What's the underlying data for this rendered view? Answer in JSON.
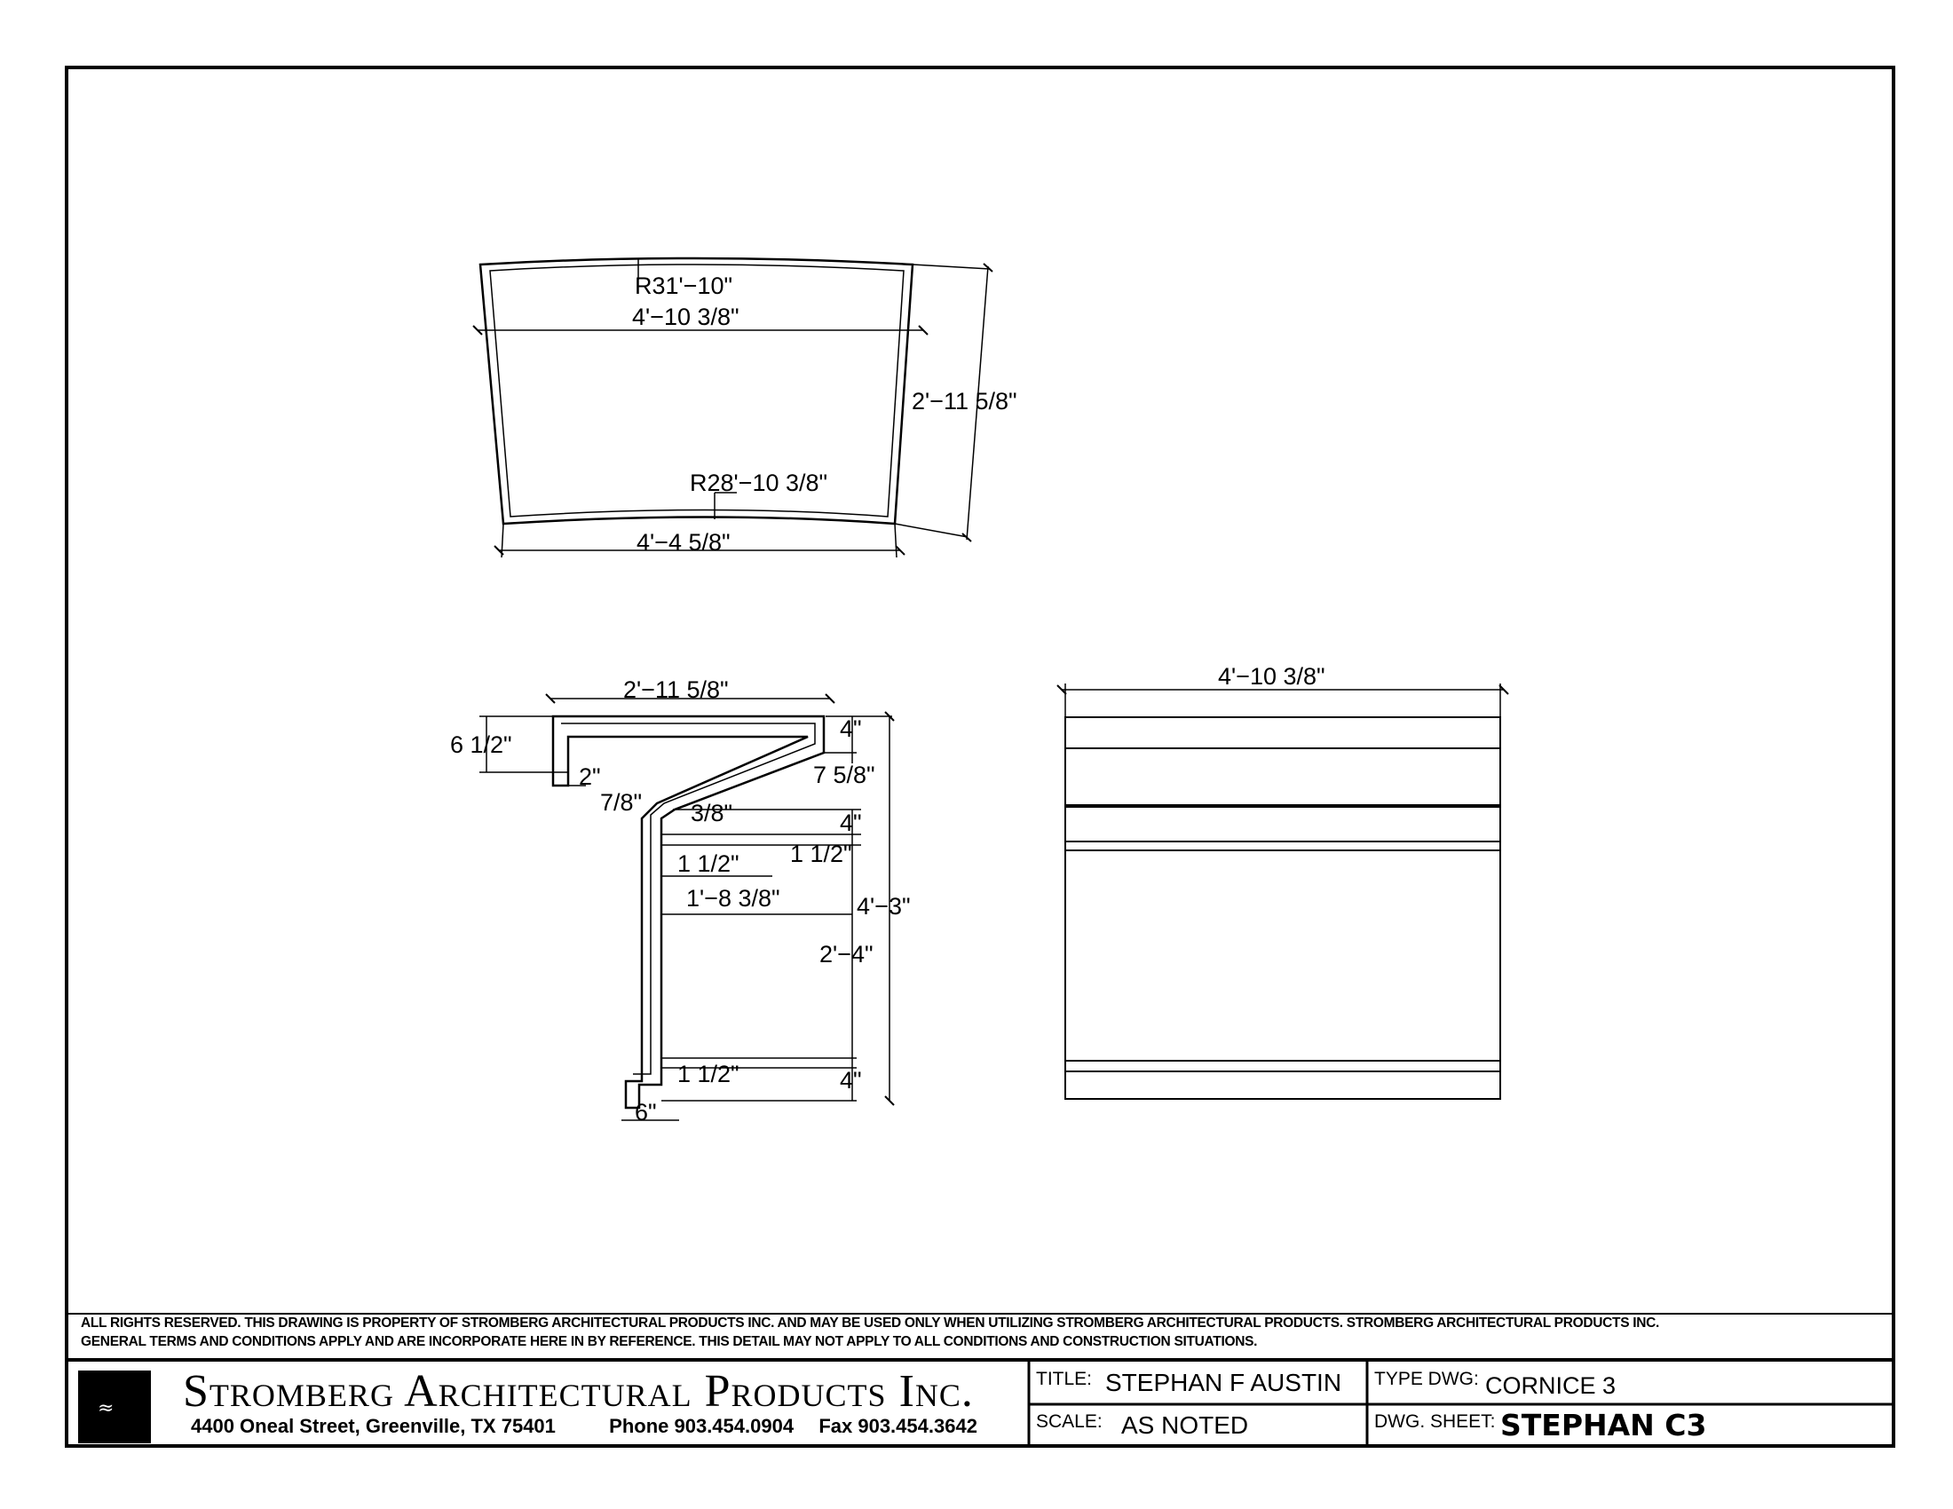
{
  "plan_view": {
    "outer_radius": "R31'−10\"",
    "top_chord": "4'−10 3/8\"",
    "depth": "2'−11 5/8\"",
    "inner_radius": "R28'−10 3/8\"",
    "bottom_chord": "4'−4 5/8\""
  },
  "section_view": {
    "top_width": "2'−11 5/8\"",
    "top_height": "6 1/2\"",
    "lip": "2\"",
    "top_right_4": "4\"",
    "right_7_5_8": "7 5/8\"",
    "bevel": "7/8\"",
    "three_eighths": "3/8\"",
    "mid_4": "4\"",
    "one_half_right": "1 1/2\"",
    "one_half_left": "1 1/2\"",
    "width_1_8_3_8": "1'−8 3/8\"",
    "overall_height": "4'−3\"",
    "body_height": "2'−4\"",
    "bottom_1_1_2": "1 1/2\"",
    "bottom_4": "4\"",
    "foot": "6\""
  },
  "elevation_view": {
    "width": "4'−10 3/8\""
  },
  "title_block": {
    "notes_line1": "ALL RIGHTS RESERVED. THIS DRAWING IS PROPERTY OF STROMBERG ARCHITECTURAL PRODUCTS INC. AND MAY BE USED ONLY WHEN UTILIZING STROMBERG ARCHITECTURAL PRODUCTS.  STROMBERG ARCHITECTURAL PRODUCTS INC.",
    "notes_line2": "GENERAL TERMS AND CONDITIONS APPLY AND ARE INCORPORATE HERE IN BY REFERENCE.  THIS DETAIL MAY NOT APPLY TO ALL CONDITIONS AND CONSTRUCTION SITUATIONS.",
    "company": "Stromberg Architectural Products Inc.",
    "address": "4400 Oneal Street, Greenville, TX  75401",
    "phone": "Phone 903.454.0904",
    "fax": "Fax 903.454.3642",
    "title_label": "TITLE:",
    "title_value": "STEPHAN F AUSTIN",
    "scale_label": "SCALE:",
    "scale_value": "AS NOTED",
    "type_label": "TYPE DWG:",
    "type_value": "CORNICE 3",
    "sheet_label": "DWG. SHEET:",
    "sheet_value": "STEPHAN C3"
  }
}
